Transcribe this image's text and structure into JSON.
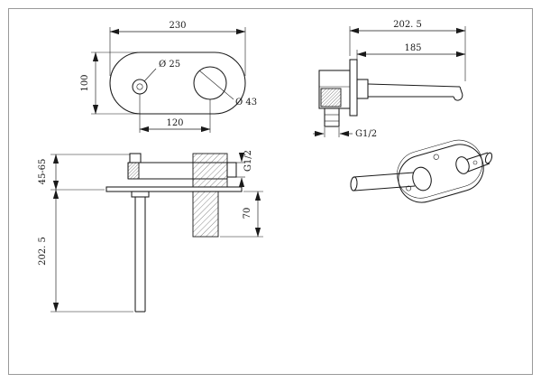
{
  "page": {
    "line_color": "#1a1a1a",
    "border_color": "#9a9a9a",
    "background": "#ffffff"
  },
  "front_view": {
    "plate_width": "230",
    "plate_height": "100",
    "handle_hole_diameter": "Ø 25",
    "spout_hole_diameter": "Ø 43",
    "hole_center_spacing": "120"
  },
  "side_view": {
    "overall_projection": "202. 5",
    "spout_projection": "185",
    "inlet_thread": "G1/2"
  },
  "section_view": {
    "outlet_thread": "G1/2",
    "mounting_depth_range": "45-65",
    "valve_body_depth": "70",
    "spout_length": "202. 5"
  }
}
